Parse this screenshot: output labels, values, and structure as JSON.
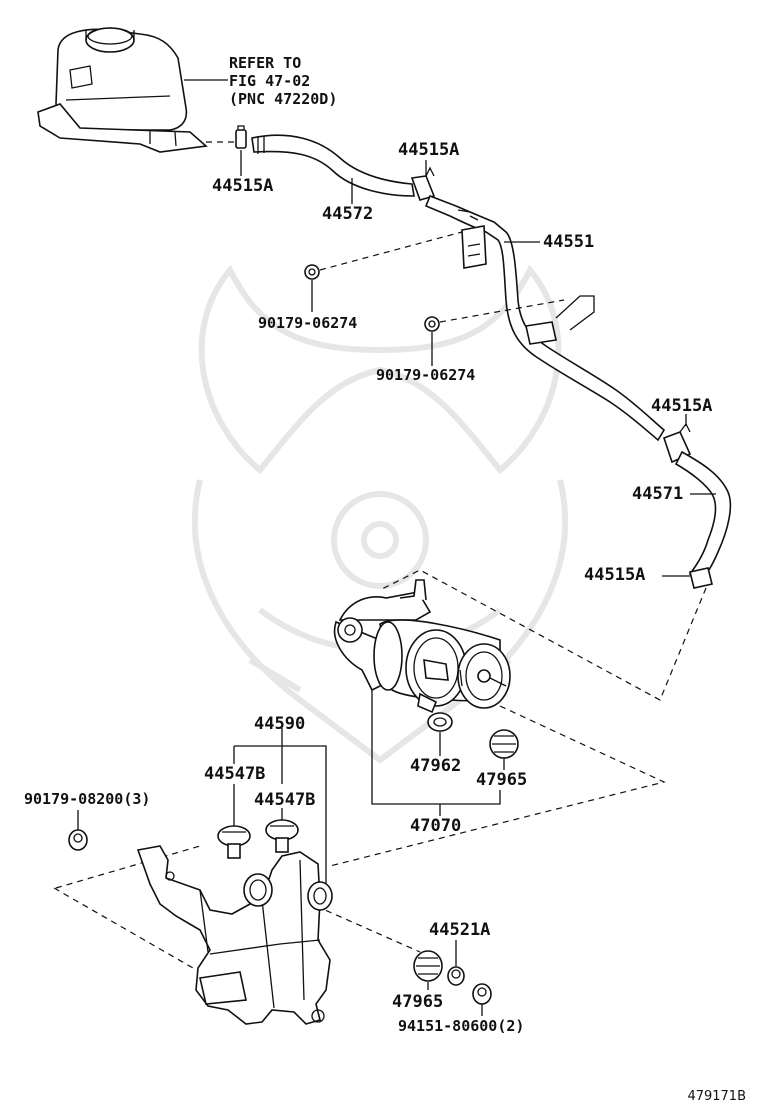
{
  "reference_note": {
    "line1": "REFER TO",
    "line2": "FIG 47-02",
    "line3": "(PNC 47220D)"
  },
  "part_labels": {
    "hose_clamp_a_top_left": "44515A",
    "hose_clamp_a_top_mid": "44515A",
    "hose_44572": "44572",
    "pipe_44551": "44551",
    "nut_90179_06274_a": "90179-06274",
    "nut_90179_06274_b": "90179-06274",
    "hose_clamp_a_right_mid": "44515A",
    "hose_44571": "44571",
    "hose_clamp_a_right_low": "44515A",
    "bracket_assy_44590": "44590",
    "cushion_44547b_a": "44547B",
    "cushion_44547b_b": "44547B",
    "nut_90179_08200": "90179-08200(3)",
    "ring_47962": "47962",
    "bushing_47965_upper": "47965",
    "pump_47070": "47070",
    "collar_44521a": "44521A",
    "bushing_47965_lower": "47965",
    "nut_94151_80600": "94151-80600(2)"
  },
  "figure_number": "479171B",
  "icons": [
    "reservoir-tank",
    "hose",
    "clamp",
    "nut",
    "vacuum-pump",
    "bracket",
    "watermark-emblem"
  ]
}
